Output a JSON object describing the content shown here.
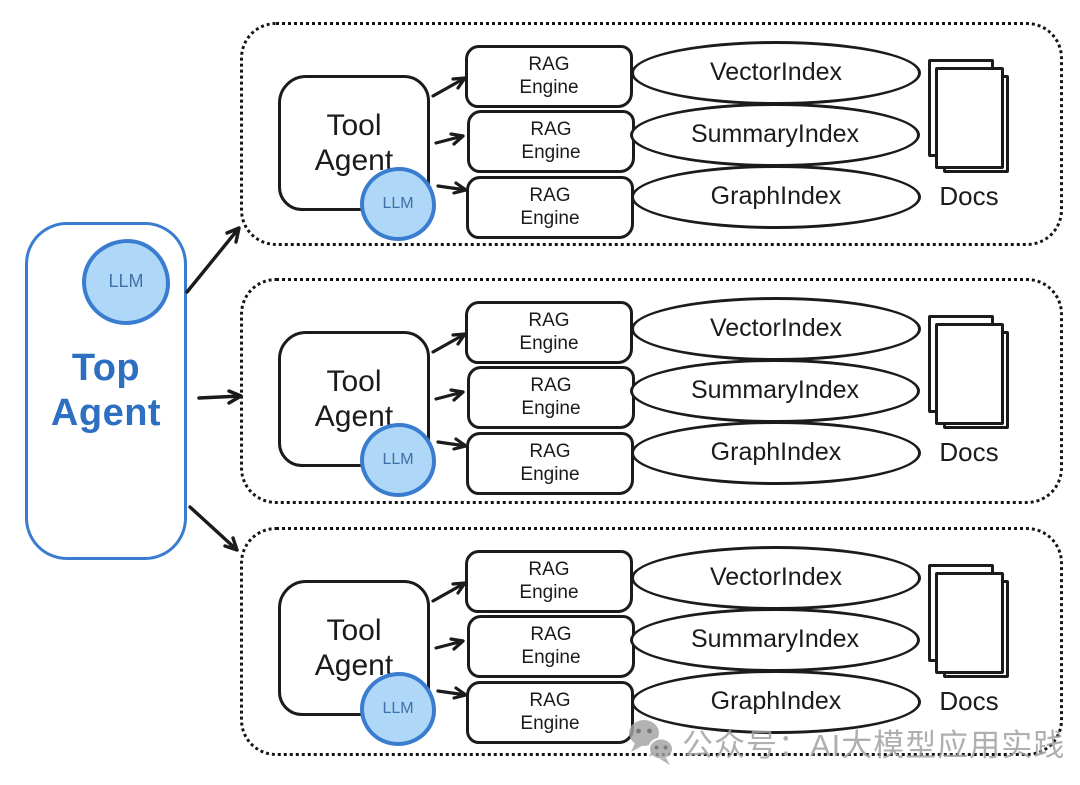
{
  "top_agent": {
    "label": "Top\nAgent",
    "llm_label": "LLM"
  },
  "groups": [
    {
      "tool_agent_label": "Tool\nAgent",
      "llm_label": "LLM",
      "rag_engines": [
        "RAG\nEngine",
        "RAG\nEngine",
        "RAG\nEngine"
      ],
      "indexes": [
        "VectorIndex",
        "SummaryIndex",
        "GraphIndex"
      ],
      "docs_label": "Docs"
    },
    {
      "tool_agent_label": "Tool\nAgent",
      "llm_label": "LLM",
      "rag_engines": [
        "RAG\nEngine",
        "RAG\nEngine",
        "RAG\nEngine"
      ],
      "indexes": [
        "VectorIndex",
        "SummaryIndex",
        "GraphIndex"
      ],
      "docs_label": "Docs"
    },
    {
      "tool_agent_label": "Tool\nAgent",
      "llm_label": "LLM",
      "rag_engines": [
        "RAG\nEngine",
        "RAG\nEngine",
        "RAG\nEngine"
      ],
      "indexes": [
        "VectorIndex",
        "SummaryIndex",
        "GraphIndex"
      ],
      "docs_label": "Docs"
    }
  ],
  "watermark": {
    "text": "公众号：AI大模型应用实践",
    "icon": "wechat-logo"
  },
  "colors": {
    "ink": "#1b1b1b",
    "blue_stroke": "#3a7ccf",
    "blue_fill": "#aed7f8",
    "blue_text": "#2d6fc1",
    "watermark_gray": "#9e9e9e"
  }
}
